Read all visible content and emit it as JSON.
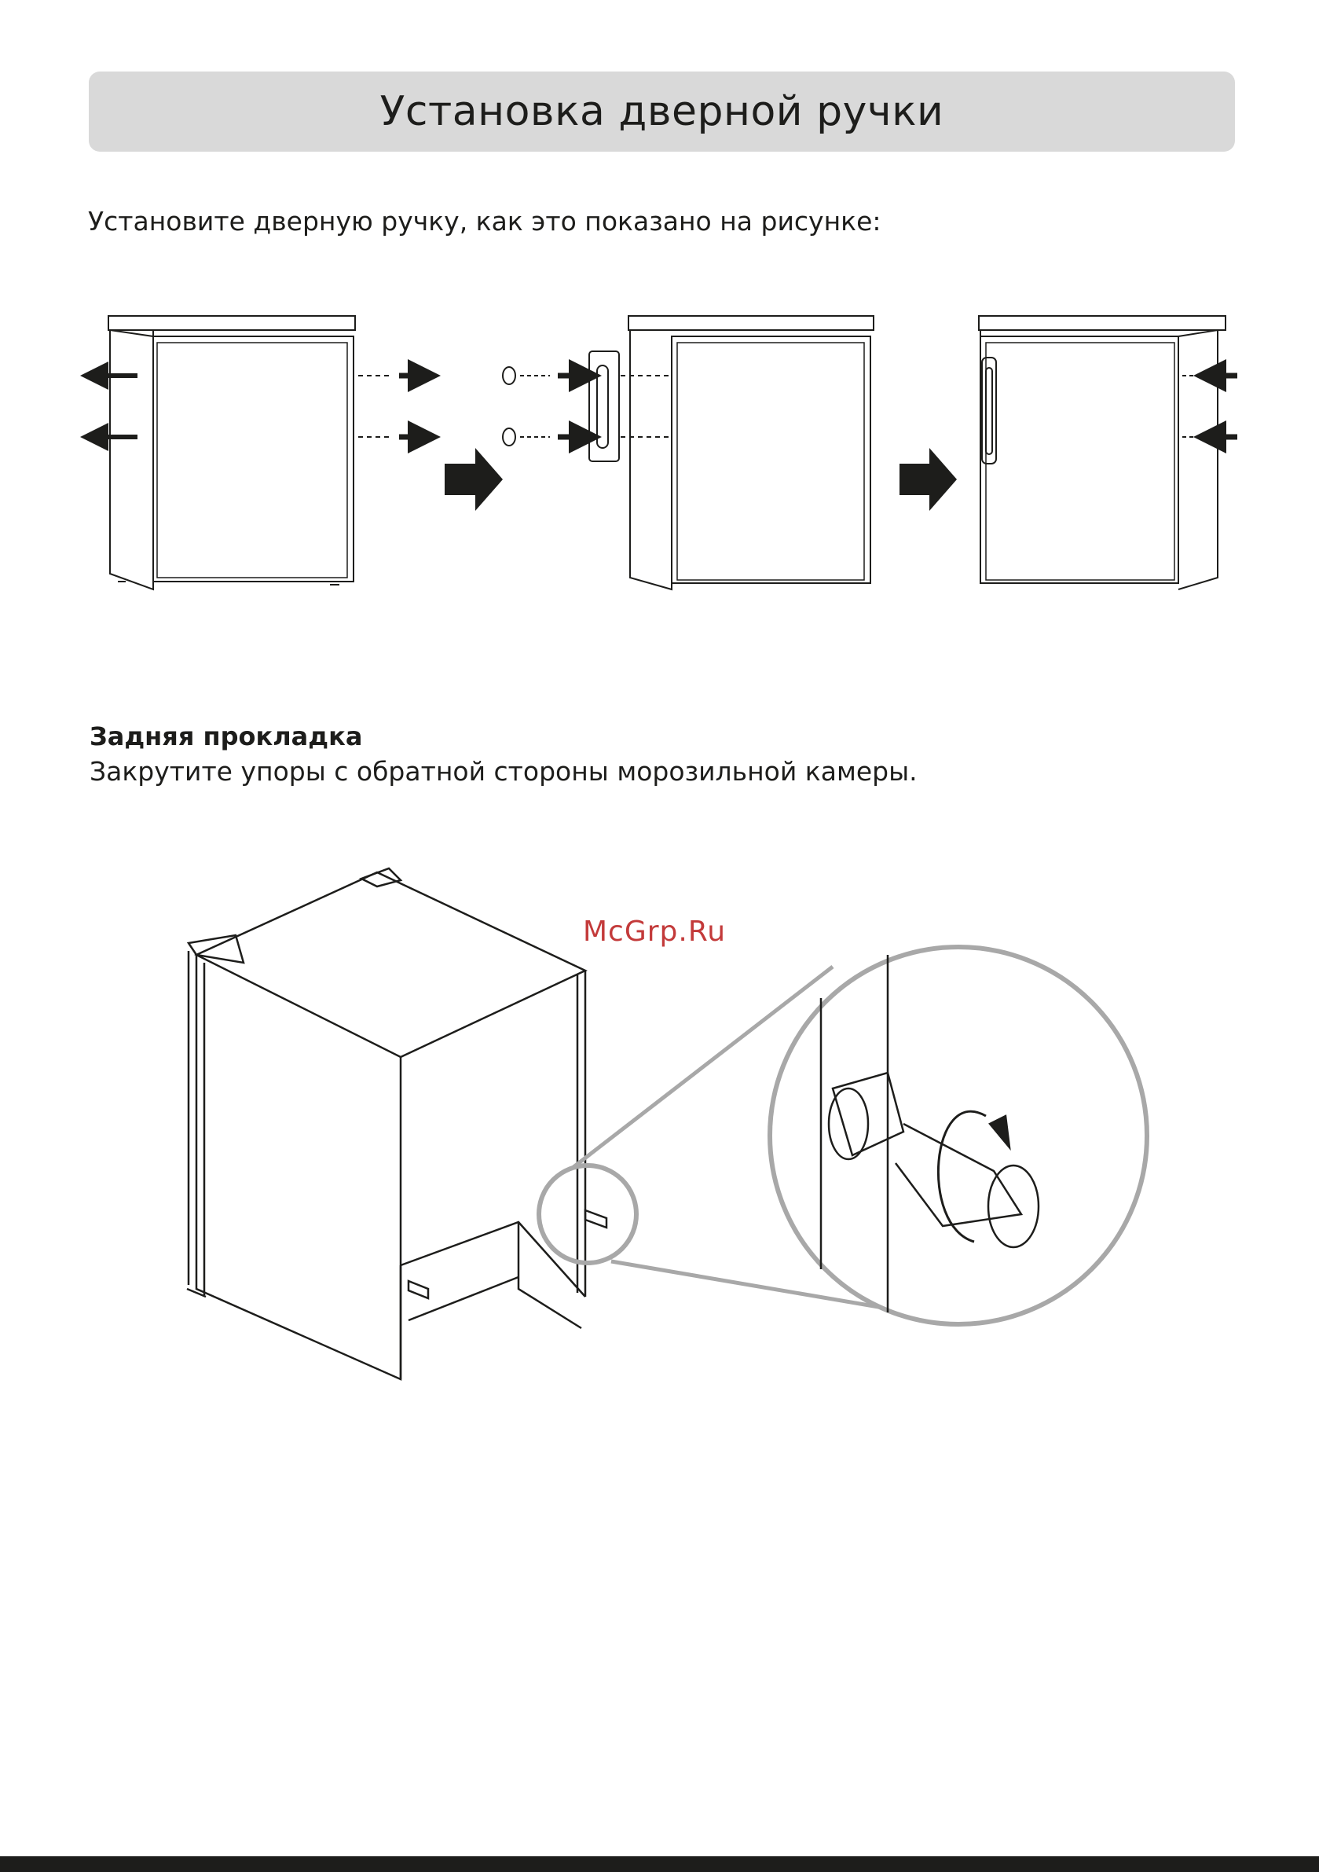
{
  "header": {
    "title": "Установка дверной ручки"
  },
  "intro": {
    "text": "Установите дверную ручку, как это показано на рисунке:"
  },
  "rear_spacer": {
    "heading": "Задняя прокладка",
    "text": "Закрутите упоры с обратной стороны морозильной камеры."
  },
  "watermark": {
    "text": "McGrp.Ru"
  },
  "figures": {
    "handle_steps": [
      "fridge-screws-removed",
      "handle-attached",
      "handle-installed"
    ],
    "spacer_detail": "rear-spacer-zoom"
  }
}
